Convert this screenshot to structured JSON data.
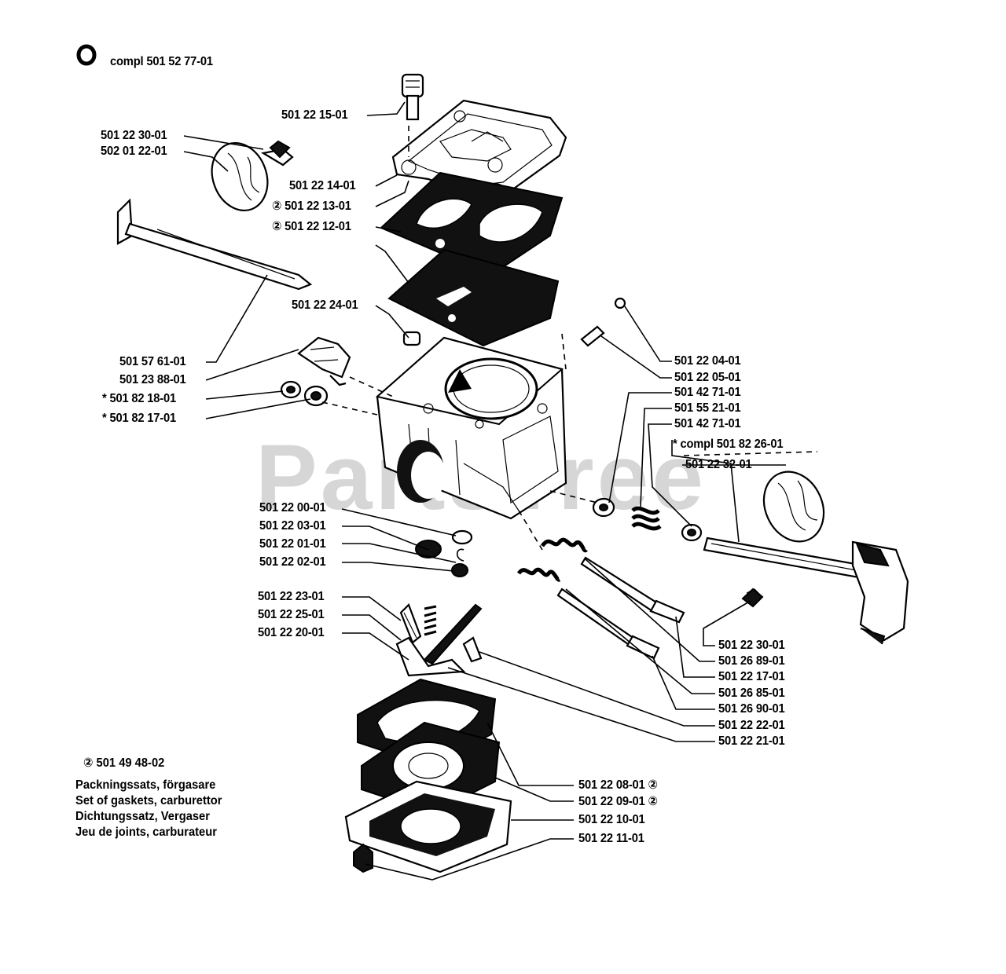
{
  "header": {
    "symbol": "O",
    "text": "compl 501 52 77-01"
  },
  "watermark": "PartsTree",
  "labels_left": [
    {
      "id": "l01",
      "text": "501 22 15-01"
    },
    {
      "id": "l02",
      "text": "501 22 30-01"
    },
    {
      "id": "l03",
      "text": "502 01 22-01"
    },
    {
      "id": "l04",
      "text": "501 22 14-01"
    },
    {
      "id": "l05",
      "text": "② 501 22 13-01"
    },
    {
      "id": "l06",
      "text": "② 501 22 12-01"
    },
    {
      "id": "l07",
      "text": "501 22 24-01"
    },
    {
      "id": "l08",
      "text": "501 57 61-01"
    },
    {
      "id": "l09",
      "text": "501 23 88-01"
    },
    {
      "id": "l10",
      "text": "* 501 82 18-01"
    },
    {
      "id": "l11",
      "text": "* 501 82 17-01"
    },
    {
      "id": "l12",
      "text": "501 22 00-01"
    },
    {
      "id": "l13",
      "text": "501 22 03-01"
    },
    {
      "id": "l14",
      "text": "501 22 01-01"
    },
    {
      "id": "l15",
      "text": "501 22 02-01"
    },
    {
      "id": "l16",
      "text": "501 22 23-01"
    },
    {
      "id": "l17",
      "text": "501 22 25-01"
    },
    {
      "id": "l18",
      "text": "501 22 20-01"
    }
  ],
  "labels_right": [
    {
      "id": "r01",
      "text": "501 22 04-01"
    },
    {
      "id": "r02",
      "text": "501 22 05-01"
    },
    {
      "id": "r03",
      "text": "501 42 71-01"
    },
    {
      "id": "r04",
      "text": "501 55 21-01"
    },
    {
      "id": "r05",
      "text": "501 42 71-01"
    },
    {
      "id": "r06",
      "text": "* compl 501 82 26-01"
    },
    {
      "id": "r07",
      "text": "501 22 32-01"
    },
    {
      "id": "r08",
      "text": "501 22 30-01"
    },
    {
      "id": "r09",
      "text": "501 26 89-01"
    },
    {
      "id": "r10",
      "text": "501 22 17-01"
    },
    {
      "id": "r11",
      "text": "501 26 85-01"
    },
    {
      "id": "r12",
      "text": "501 26 90-01"
    },
    {
      "id": "r13",
      "text": "501 22 22-01"
    },
    {
      "id": "r14",
      "text": "501 22 21-01"
    },
    {
      "id": "r15",
      "text": "501 22 08-01 ②"
    },
    {
      "id": "r16",
      "text": "501 22 09-01 ②"
    },
    {
      "id": "r17",
      "text": "501 22 10-01"
    },
    {
      "id": "r18",
      "text": "501 22 11-01"
    }
  ],
  "gasket_kit": {
    "code": "② 501 49 48-02",
    "lines": [
      "Packningssats, förgasare",
      "Set of gaskets, carburettor",
      "Dichtungssatz, Vergaser",
      "Jeu de joints, carburateur"
    ]
  }
}
